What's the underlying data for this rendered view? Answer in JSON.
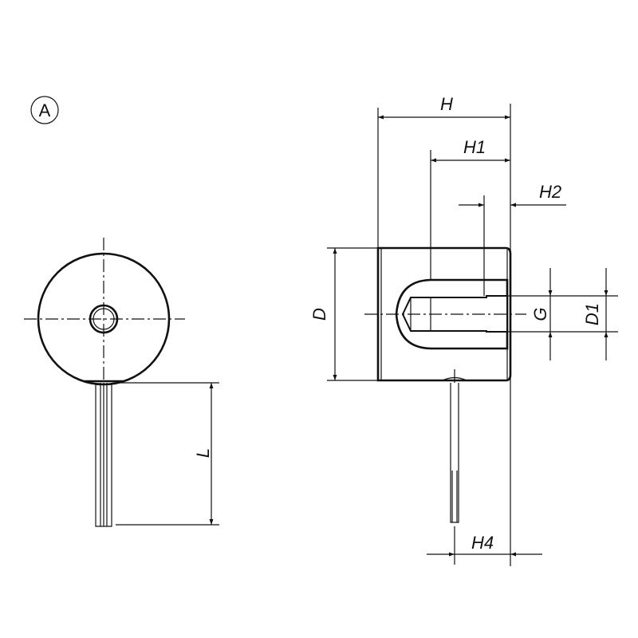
{
  "view_label": "A",
  "dimensions": {
    "H": "H",
    "H1": "H1",
    "H2": "H2",
    "H4": "H4",
    "D": "D",
    "D1": "D1",
    "G": "G",
    "L": "L"
  },
  "colors": {
    "line": "#111111",
    "background": "#ffffff"
  }
}
